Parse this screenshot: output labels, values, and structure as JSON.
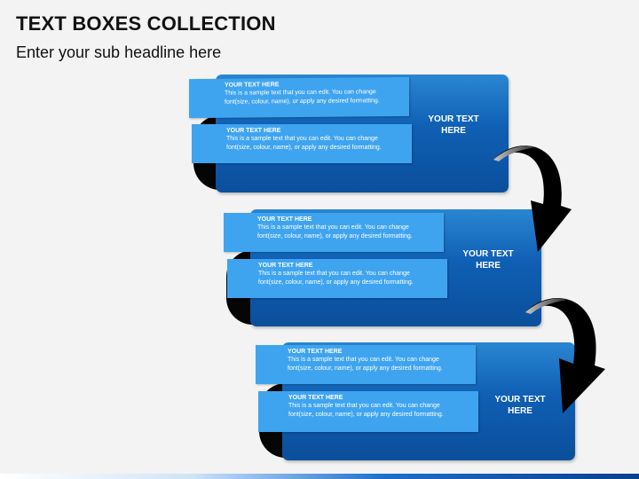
{
  "header": {
    "title": "TEXT BOXES COLLECTION",
    "subtitle": "Enter your sub headline here"
  },
  "groups": [
    {
      "panel_label": "YOUR TEXT\nHERE",
      "ribbons": [
        {
          "title": "YOUR TEXT HERE",
          "body": "This is a sample text that you can edit. You can change font(size, colour, name), or apply any desired formatting."
        },
        {
          "title": "YOUR TEXT HERE",
          "body": "This is a sample text that you can edit. You can change font(size, colour, name), or apply any desired formatting."
        }
      ]
    },
    {
      "panel_label": "YOUR TEXT\nHERE",
      "ribbons": [
        {
          "title": "YOUR TEXT HERE",
          "body": "This is a sample text that you can edit. You can change font(size, colour, name), or apply any desired formatting."
        },
        {
          "title": "YOUR TEXT HERE",
          "body": "This is a sample text that you can edit. You can change font(size, colour, name), or apply any desired formatting."
        }
      ]
    },
    {
      "panel_label": "YOUR TEXT\nHERE",
      "ribbons": [
        {
          "title": "YOUR TEXT HERE",
          "body": "This is a sample text that you can edit. You can change font(size, colour, name), or apply any desired formatting."
        },
        {
          "title": "YOUR TEXT HERE",
          "body": "This is a sample text that you can edit. You can change font(size, colour, name), or apply any desired formatting."
        }
      ]
    }
  ],
  "colors": {
    "panel": "#0f5fb4",
    "ribbon": "#3fa4f0",
    "curl": "#050505",
    "arrow": "#000000"
  }
}
